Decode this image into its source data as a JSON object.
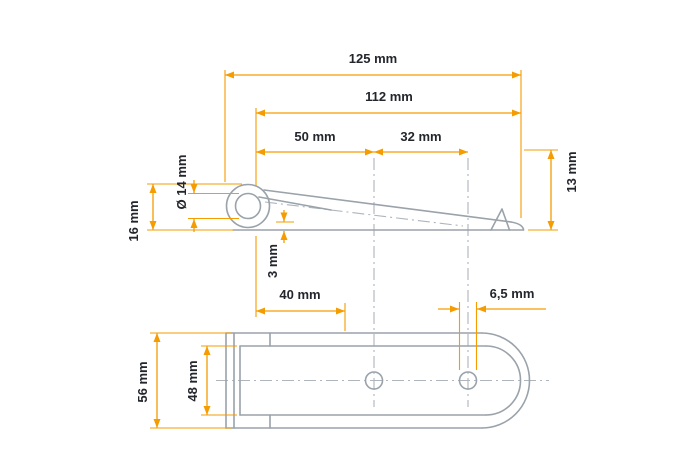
{
  "colors": {
    "background": "#ffffff",
    "dimension": "#F59C00",
    "part_outline": "#9AA2AA",
    "center_line": "#AEB5BC",
    "label_text": "#23262D"
  },
  "dimensions": {
    "overall_length": "125 mm",
    "body_length": "112 mm",
    "hole_offset": "50 mm",
    "hole_spacing": "32 mm",
    "end_height": "13 mm",
    "eye_diameter": "Ø 14 mm",
    "left_height": "16 mm",
    "plate_thickness": "3 mm",
    "slot_length": "40 mm",
    "hole_diameter": "6,5 mm",
    "outer_width": "56 mm",
    "inner_width": "48 mm"
  }
}
